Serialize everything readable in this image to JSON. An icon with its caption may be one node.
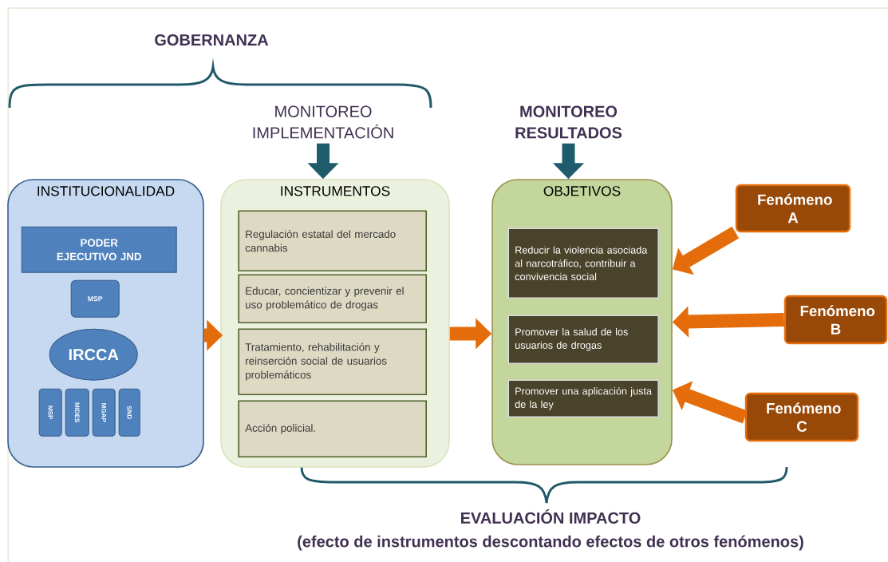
{
  "diagram": {
    "nodes": [
      {
        "text": [
          "INSTITUCIONALIDAD"
        ]
      },
      {
        "text": [
          "PODER EJECUTIVO JND"
        ],
        "in": 0
      },
      {
        "text": [
          "MSP"
        ],
        "in": 0
      },
      {
        "text": [
          "IRCCA"
        ],
        "in": 0
      },
      {
        "text": [
          "MSP"
        ],
        "in": 0
      },
      {
        "text": [
          "MIDES"
        ],
        "in": 0
      },
      {
        "text": [
          "MGAP"
        ],
        "in": 0
      },
      {
        "text": [
          "SND"
        ],
        "in": 0
      },
      {
        "text": [
          "INSTRUMENTOS"
        ]
      },
      {
        "text": [
          "Regulación estatal del mercado cannabis"
        ],
        "in": 8
      },
      {
        "text": [
          "Educar, concientizar y prevenir el uso problemático de drogas"
        ],
        "in": 8
      },
      {
        "text": [
          "Tratamiento, rehabilitación y reinserción social de usuarios problemáticos"
        ],
        "in": 8
      },
      {
        "text": [
          "Acción policial."
        ],
        "in": 8
      },
      {
        "text": [
          "OBJETIVOS"
        ]
      },
      {
        "text": [
          "Reducir la violencia asociada al narcotráfico, contribuir a convivencia social"
        ],
        "in": 13
      },
      {
        "text": [
          "Promover la salud de los usuarios de drogas"
        ],
        "in": 13
      },
      {
        "text": [
          "Promover una aplicación justa de la ley"
        ],
        "in": 13
      },
      {
        "text": [
          "Fenómeno A"
        ]
      },
      {
        "text": [
          "Fenómeno B"
        ]
      },
      {
        "text": [
          "Fenómeno C"
        ]
      },
      {
        "text": [
          "MONITOREO IMPLEMENTACIÓN"
        ]
      },
      {
        "text": [
          "MONITOREO RESULTADOS"
        ]
      }
    ],
    "edges": [
      {
        "from": 0,
        "to": 8,
        "arrow": "to"
      },
      {
        "from": 8,
        "to": 13,
        "arrow": "to"
      },
      {
        "from": 17,
        "to": 13,
        "arrow": "to"
      },
      {
        "from": 18,
        "to": 13,
        "arrow": "to"
      },
      {
        "from": 19,
        "to": 13,
        "arrow": "to"
      },
      {
        "from": 20,
        "to": 8,
        "arrow": "to",
        "color": "#1f5c6b"
      },
      {
        "from": 21,
        "to": 13,
        "arrow": "to",
        "color": "#1f5c6b"
      }
    ],
    "labels": [
      "GOBERNANZA",
      "EVALUACIÓN IMPACTO",
      "(efecto de instrumentos descontando efectos de otros fenómenos)"
    ]
  }
}
